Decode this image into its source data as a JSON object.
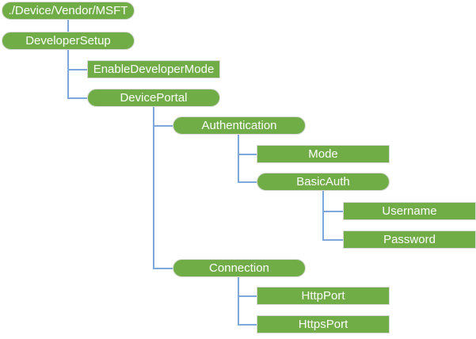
{
  "diagram": {
    "type": "hierarchy-tree",
    "colors": {
      "node_fill": "#70AD47",
      "node_text": "#FFFFFF",
      "node_border": "#D8D8D8",
      "connector": "#7EA8DC"
    },
    "nodes": [
      {
        "id": "root",
        "label": "./Device/Vendor/MSFT",
        "shape": "pill",
        "level": 0
      },
      {
        "id": "developer-setup",
        "label": "DeveloperSetup",
        "shape": "pill",
        "level": 1
      },
      {
        "id": "enable-developer-mode",
        "label": "EnableDeveloperMode",
        "shape": "rect",
        "level": 2
      },
      {
        "id": "device-portal",
        "label": "DevicePortal",
        "shape": "pill",
        "level": 2
      },
      {
        "id": "authentication",
        "label": "Authentication",
        "shape": "pill",
        "level": 3
      },
      {
        "id": "mode",
        "label": "Mode",
        "shape": "rect",
        "level": 4
      },
      {
        "id": "basic-auth",
        "label": "BasicAuth",
        "shape": "pill",
        "level": 4
      },
      {
        "id": "username",
        "label": "Username",
        "shape": "rect",
        "level": 5
      },
      {
        "id": "password",
        "label": "Password",
        "shape": "rect",
        "level": 5
      },
      {
        "id": "connection",
        "label": "Connection",
        "shape": "pill",
        "level": 3
      },
      {
        "id": "http-port",
        "label": "HttpPort",
        "shape": "rect",
        "level": 4
      },
      {
        "id": "https-port",
        "label": "HttpsPort",
        "shape": "rect",
        "level": 4
      }
    ],
    "edges": [
      [
        "root",
        "developer-setup"
      ],
      [
        "developer-setup",
        "enable-developer-mode"
      ],
      [
        "developer-setup",
        "device-portal"
      ],
      [
        "device-portal",
        "authentication"
      ],
      [
        "authentication",
        "mode"
      ],
      [
        "authentication",
        "basic-auth"
      ],
      [
        "basic-auth",
        "username"
      ],
      [
        "basic-auth",
        "password"
      ],
      [
        "device-portal",
        "connection"
      ],
      [
        "connection",
        "http-port"
      ],
      [
        "connection",
        "https-port"
      ]
    ]
  }
}
